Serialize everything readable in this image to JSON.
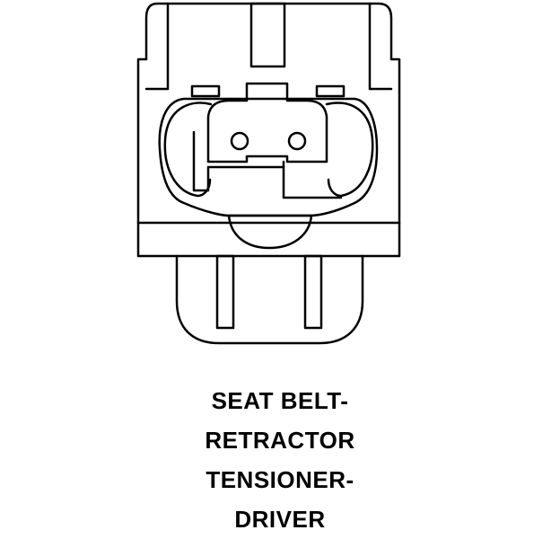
{
  "diagram": {
    "label_lines": [
      "SEAT BELT-",
      "RETRACTOR",
      "TENSIONER-",
      "DRIVER"
    ],
    "stroke_color": "#000000",
    "background_color": "#ffffff"
  }
}
